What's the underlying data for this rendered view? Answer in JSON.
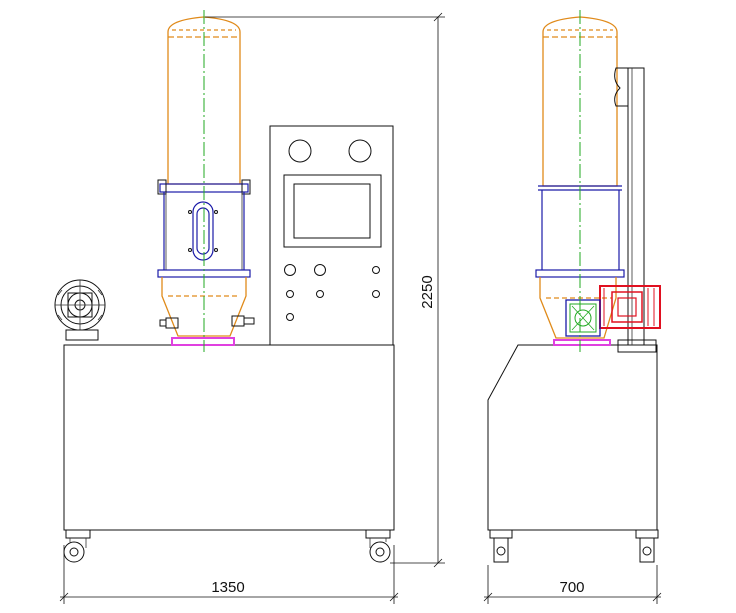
{
  "dimensions": {
    "width_front": "1350",
    "width_side": "700",
    "height": "2250"
  },
  "colors": {
    "outline": "#111111",
    "vessel": "#e08a1a",
    "chamber": "#1a1aa8",
    "centerline": "#22aa22",
    "motor": "#e01020",
    "plate": "#e040e0"
  }
}
